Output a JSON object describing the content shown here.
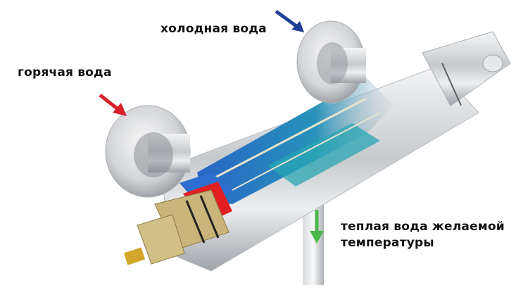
{
  "labels": {
    "cold_water": "холодная вода",
    "hot_water": "горячая вода",
    "warm_water_line1": "теплая вода желаемой",
    "warm_water_line2": "температуры"
  },
  "arrows": {
    "cold": {
      "color": "#1f3f99",
      "direction": "down-right"
    },
    "hot": {
      "color": "#d8202a",
      "direction": "down-right"
    },
    "warm": {
      "color": "#4cb84a",
      "direction": "down"
    }
  },
  "colors": {
    "water_blue": "#1f66c0",
    "water_teal": "#2ea3b8",
    "hot_red": "#e02020",
    "chrome": "#c9ccd0",
    "cartridge": "#c9b57a",
    "brass": "#d4a72c"
  }
}
